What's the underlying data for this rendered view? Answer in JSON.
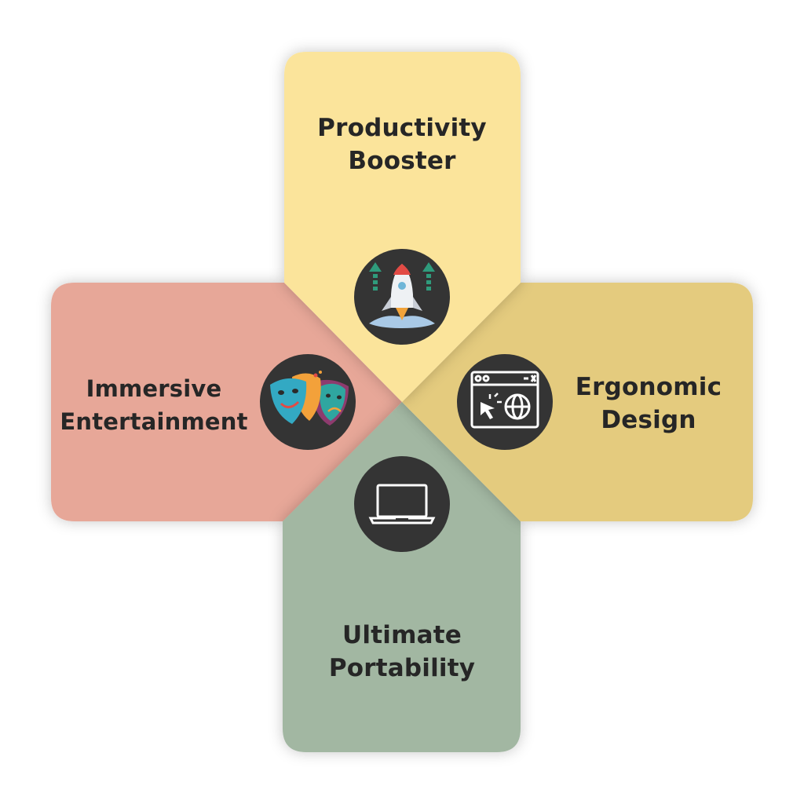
{
  "colors": {
    "top_panel": "#fbe49b",
    "right_panel": "#e4cb7e",
    "left_panel": "#e7a798",
    "bottom_panel": "#a2b7a2",
    "icon_circle": "#343434",
    "text": "#262626"
  },
  "segments": [
    {
      "position": "top",
      "line1": "Productivity",
      "line2": "Booster",
      "icon": "rocket-icon"
    },
    {
      "position": "right",
      "line1": "Ergonomic",
      "line2": "Design",
      "icon": "browser-window-globe-icon"
    },
    {
      "position": "bottom",
      "line1": "Ultimate",
      "line2": "Portability",
      "icon": "laptop-icon"
    },
    {
      "position": "left",
      "line1": "Immersive",
      "line2": "Entertainment",
      "icon": "theater-masks-icon"
    }
  ]
}
